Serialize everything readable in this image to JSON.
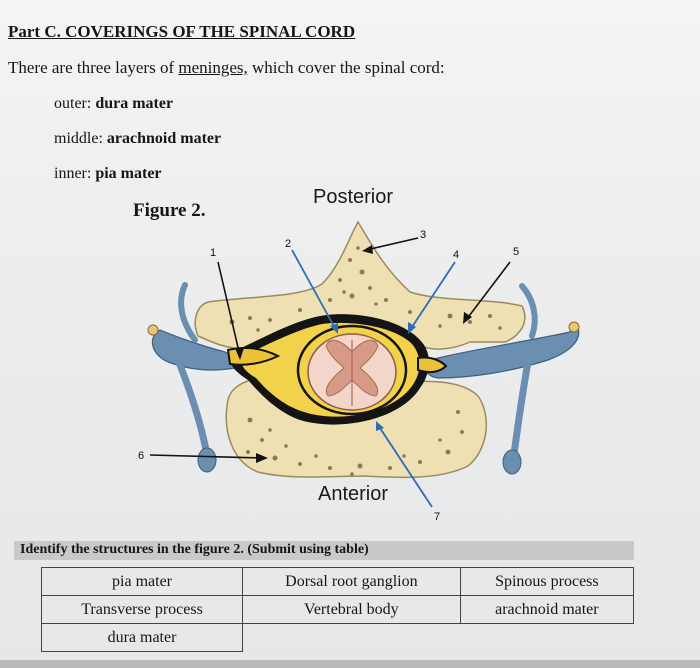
{
  "heading": "Part C. COVERINGS OF THE SPINAL CORD",
  "intro": {
    "before": "There are three layers of ",
    "link": "meninges,",
    "after": " which cover the spinal cord:"
  },
  "layers": [
    {
      "prefix": "outer: ",
      "name": "dura mater"
    },
    {
      "prefix": "middle: ",
      "name": "arachnoid mater"
    },
    {
      "prefix": "inner: ",
      "name": "pia mater"
    }
  ],
  "figure": {
    "title": "Figure 2.",
    "posterior_label": "Posterior",
    "anterior_label": "Anterior",
    "callouts": [
      "1",
      "2",
      "3",
      "4",
      "5",
      "6",
      "7"
    ]
  },
  "instructions": "Identify the structures in the figure 2. (Submit using table)",
  "table": {
    "rows": [
      [
        "pia mater",
        "Dorsal root ganglion",
        "Spinous process"
      ],
      [
        "Transverse process",
        "Vertebral body",
        "arachnoid mater"
      ],
      [
        "dura mater",
        "",
        ""
      ]
    ]
  },
  "colors": {
    "bone": "#efe0b4",
    "bone_pores": "#8a7a55",
    "nerve_blue": "#6a8fb0",
    "dura_black": "#141414",
    "csf_yellow": "#f2d24a",
    "cord_pink": "#f3d6c9",
    "gray_matter": "#d79a86"
  }
}
